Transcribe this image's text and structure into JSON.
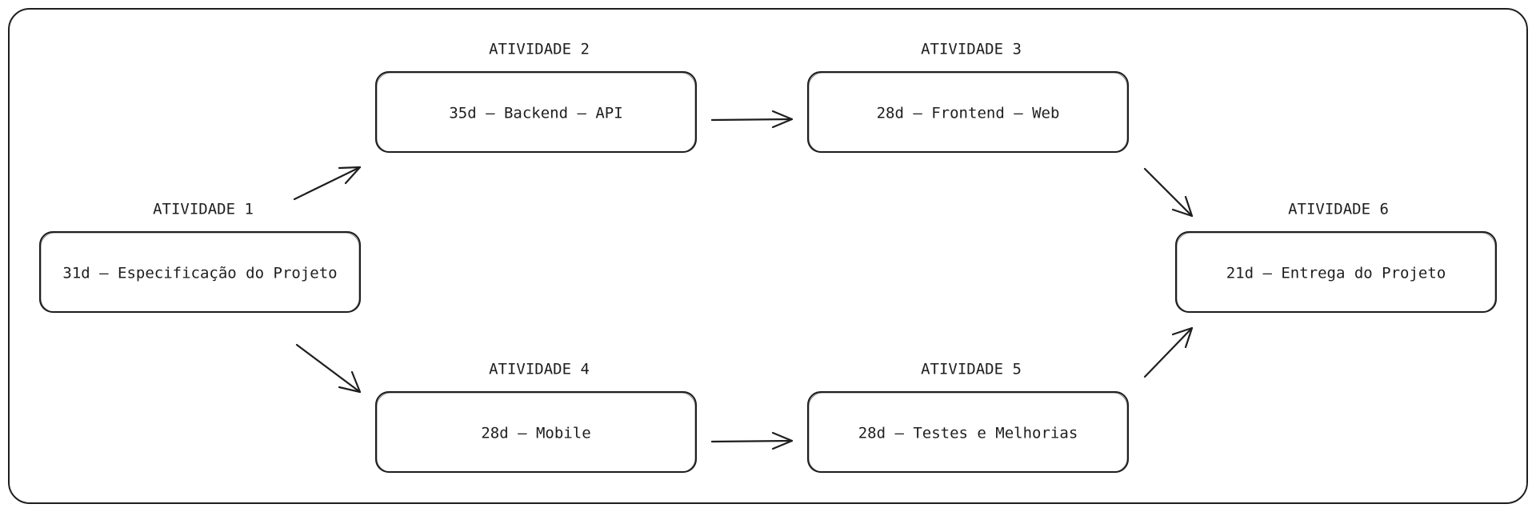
{
  "diagram": {
    "activities": [
      {
        "id": "a1",
        "title": "ATIVIDADE 1",
        "label": "31d – Especificação do Projeto"
      },
      {
        "id": "a2",
        "title": "ATIVIDADE 2",
        "label": "35d – Backend – API"
      },
      {
        "id": "a3",
        "title": "ATIVIDADE 3",
        "label": "28d – Frontend – Web"
      },
      {
        "id": "a4",
        "title": "ATIVIDADE 4",
        "label": "28d – Mobile"
      },
      {
        "id": "a5",
        "title": "ATIVIDADE 5",
        "label": "28d – Testes e Melhorias"
      },
      {
        "id": "a6",
        "title": "ATIVIDADE 6",
        "label": "21d – Entrega do Projeto"
      }
    ],
    "connections": [
      {
        "from": "a1",
        "to": "a2"
      },
      {
        "from": "a1",
        "to": "a4"
      },
      {
        "from": "a2",
        "to": "a3"
      },
      {
        "from": "a4",
        "to": "a5"
      },
      {
        "from": "a3",
        "to": "a6"
      },
      {
        "from": "a5",
        "to": "a6"
      }
    ],
    "stroke_color": "#1e1e1e",
    "background_color": "#ffffff"
  }
}
